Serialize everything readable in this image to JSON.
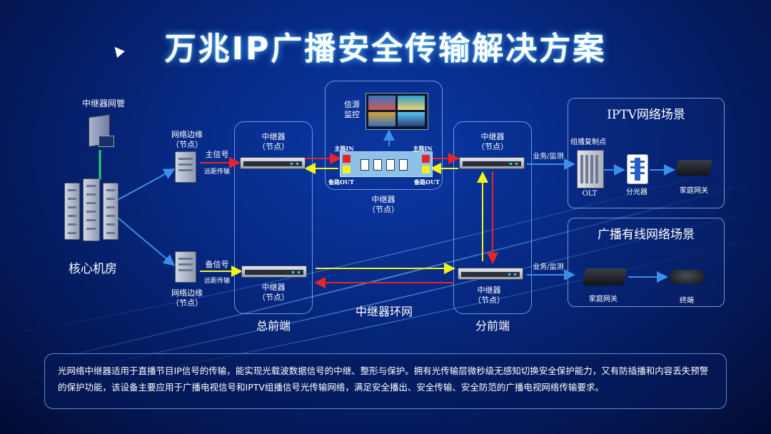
{
  "title": "万兆IP广播安全传输解决方案",
  "labels": {
    "nms": "中继器网管",
    "core": "核心机房",
    "edge_top": [
      "网络边缘",
      "（节点）"
    ],
    "edge_bottom": [
      "网络边缘",
      "（节点）"
    ],
    "main_signal": "主信号",
    "remote1": "远距传输",
    "backup_signal": "备信号",
    "remote2": "远距传输",
    "hq": "总前端",
    "branch": "分前端",
    "ring": "中继器环网",
    "rep_tl": [
      "中继器",
      "（节点）"
    ],
    "rep_bl": [
      "中继器",
      "（节点）"
    ],
    "rep_tr": [
      "中继器",
      "（节点）"
    ],
    "rep_br": [
      "中继器",
      "（节点）"
    ],
    "rep_center": [
      "中继器",
      "（节点）"
    ],
    "monitor": [
      "信源",
      "监控"
    ],
    "main_in_l": "主路IN",
    "main_in_r": "主路IN",
    "backup_out_l": "备路OUT",
    "backup_out_r": "备路OUT",
    "biz1": "业务/监测",
    "biz2": "业务/监测"
  },
  "iptv": {
    "title": "IPTV网络场景",
    "multicast": "组播复制点",
    "olt": "OLT",
    "splitter": "分光器",
    "gateway": "家庭网关"
  },
  "cable": {
    "title": "广播有线网络场景",
    "gateway": "家庭网关",
    "terminal": "终端"
  },
  "description": "光网络中继器适用于直播节目IP信号的传输，能实现光载波数据信号的中继、整形与保护。拥有光传输层微秒级无感知切换安全保护能力，又有防插播和内容丢失预警的保护功能，该设备主要应用于广播电视信号和IPTV组播信号光传输网络，满足安全播出、安全传输、安全防范的广播电视网络传输要求。",
  "colors": {
    "main": "#e8242a",
    "backup": "#f2f21e",
    "link": "#3a8fe8",
    "nms_link": "#2fd06a"
  }
}
